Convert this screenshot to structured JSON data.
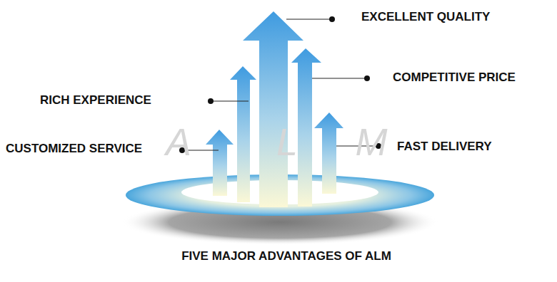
{
  "diagram": {
    "caption": "FIVE MAJOR ADVANTAGES OF ALM",
    "labels": [
      "EXCELLENT QUALITY",
      "COMPETITIVE PRICE",
      "RICH EXPERIENCE",
      "CUSTOMIZED SERVICE",
      "FAST DELIVERY",
      "A",
      "L",
      "M"
    ]
  }
}
